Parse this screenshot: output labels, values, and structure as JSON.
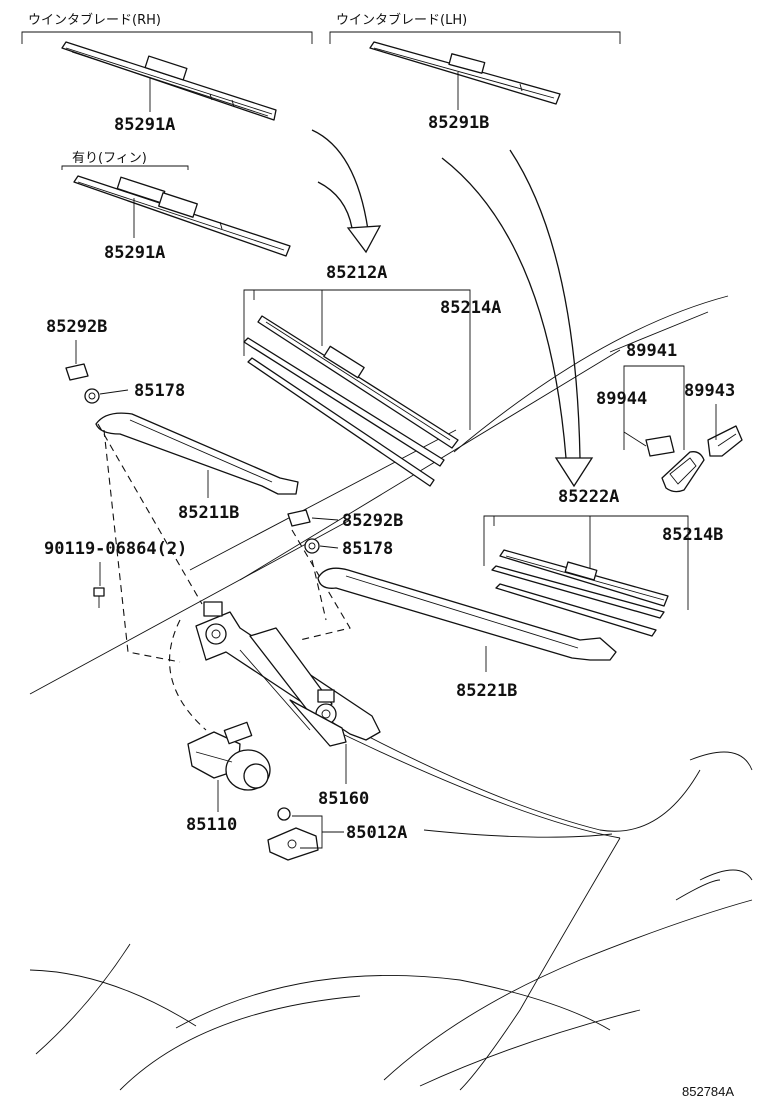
{
  "headers": {
    "rh": "ウインタブレード(RH)",
    "lh": "ウインタブレード(LH)",
    "fin": "有り(フィン)"
  },
  "parts": {
    "p85291A_1": "85291A",
    "p85291B": "85291B",
    "p85291A_2": "85291A",
    "p85212A": "85212A",
    "p85214A": "85214A",
    "p85292B_1": "85292B",
    "p85178_1": "85178",
    "p85211B": "85211B",
    "p85292B_2": "85292B",
    "p85178_2": "85178",
    "p90119": "90119-06864(2)",
    "p89941": "89941",
    "p89944": "89944",
    "p89943": "89943",
    "p85222A": "85222A",
    "p85214B": "85214B",
    "p85221B": "85221B",
    "p85160": "85160",
    "p85110": "85110",
    "p85012A": "85012A"
  },
  "figure_ref": "852784A"
}
